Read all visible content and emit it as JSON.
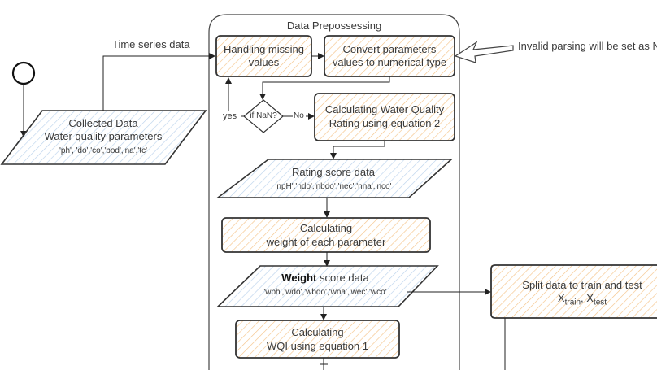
{
  "colors": {
    "process_hatch": "#f5c48a",
    "data_hatch": "#bcd3ec",
    "stroke": "#333333"
  },
  "start": {
    "icon": "start-circle-icon"
  },
  "collected": {
    "title": "Collected Data",
    "subtitle": "Water quality parameters",
    "params": "'ph', 'do','co','bod','na','tc'"
  },
  "edge_time_series": "Time series data",
  "container": {
    "title": "Data Prepossessing"
  },
  "handling": {
    "line1": "Handling missing",
    "line2": "values"
  },
  "convert": {
    "line1": "Convert parameters",
    "line2": "values to numerical type"
  },
  "note": "Invalid parsing will be set as NaN",
  "decision": {
    "label": "if NaN?",
    "yes": "yes",
    "no": "No"
  },
  "rating_calc": {
    "line1": "Calculating Water Quality",
    "line2": "Rating using equation 2"
  },
  "rating_data": {
    "title": "Rating score data",
    "params": "'npH','ndo','nbdo','nec','nna','nco'"
  },
  "weight_calc": {
    "line1": "Calculating",
    "line2": "weight of each parameter"
  },
  "weight_data": {
    "bold": "Weight",
    "title": " score data",
    "params": "'wph','wdo','wbdo','wna','wec','wco'"
  },
  "wqi_calc": {
    "line1": "Calculating",
    "line2": "WQI using equation 1"
  },
  "split": {
    "line1": "Split data to train and test",
    "x": "X",
    "train": "train",
    "sep": ", ",
    "test": "test"
  }
}
